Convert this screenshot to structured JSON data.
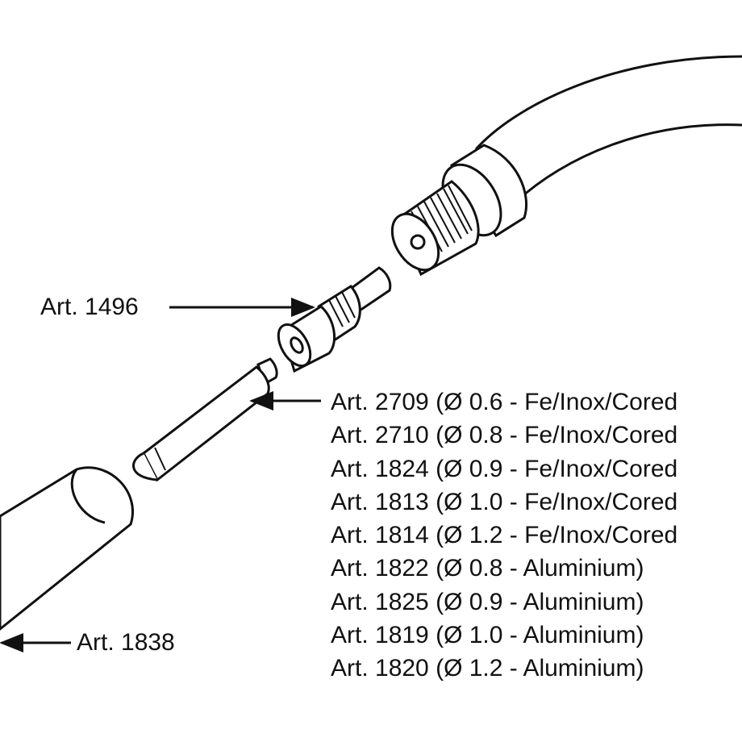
{
  "labels": {
    "tip_adapter": "Art. 1496",
    "nozzle": "Art. 1838"
  },
  "contact_tips": [
    "Art. 2709 (Ø 0.6 - Fe/Inox/Cored",
    "Art. 2710 (Ø 0.8 - Fe/Inox/Cored",
    "Art. 1824 (Ø 0.9 - Fe/Inox/Cored",
    "Art. 1813 (Ø 1.0 - Fe/Inox/Cored",
    "Art. 1814 (Ø 1.2 - Fe/Inox/Cored",
    "Art. 1822 (Ø 0.8 - Aluminium)",
    "Art. 1825 (Ø 0.9 - Aluminium)",
    "Art. 1819 (Ø 1.0 - Aluminium)",
    "Art. 1820 (Ø 1.2 - Aluminium)"
  ],
  "colors": {
    "ink": "#111111",
    "paper": "#ffffff"
  }
}
